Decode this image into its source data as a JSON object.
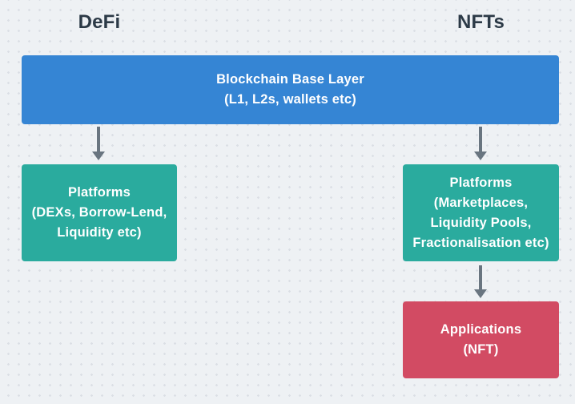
{
  "canvas": {
    "background": "#eef1f4",
    "dot_color": "#dbdfe5"
  },
  "headers": {
    "defi": "DeFi",
    "nfts": "NFTs",
    "text_color": "#2c3a47"
  },
  "arrow_color": "#697580",
  "nodes": {
    "base_layer": {
      "color": "#3585d4",
      "text_color": "#ffffff",
      "lines": [
        "Blockchain Base Layer",
        "(L1, L2s, wallets etc)"
      ]
    },
    "defi_platforms": {
      "color": "#2aab9e",
      "text_color": "#ffffff",
      "lines": [
        "Platforms",
        "(DEXs, Borrow-Lend,",
        "Liquidity etc)"
      ]
    },
    "nft_platforms": {
      "color": "#2aab9e",
      "text_color": "#ffffff",
      "lines": [
        "Platforms",
        "(Marketplaces,",
        "Liquidity Pools,",
        "Fractionalisation etc)"
      ]
    },
    "nft_applications": {
      "color": "#d24b63",
      "text_color": "#ffffff",
      "lines": [
        "Applications",
        "(NFT)"
      ]
    }
  }
}
